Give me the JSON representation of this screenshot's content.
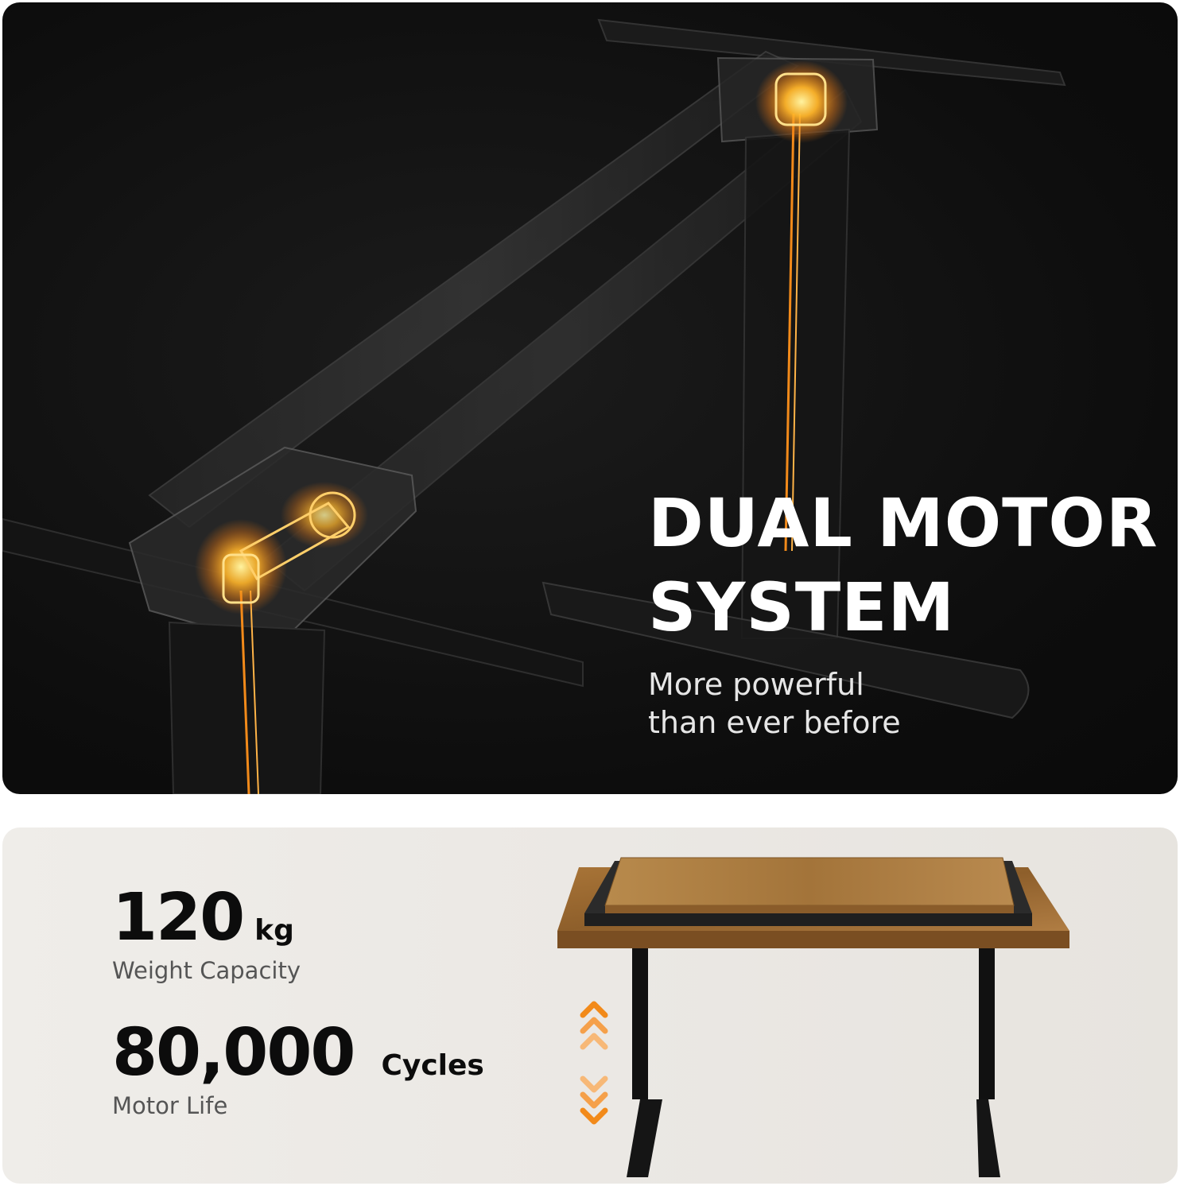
{
  "hero": {
    "title_line1": "DUAL MOTOR",
    "title_line2": "SYSTEM",
    "subtitle_line1": "More powerful",
    "subtitle_line2": "than ever before"
  },
  "specs": {
    "weight": {
      "value": "120",
      "unit": "kg",
      "label": "Weight Capacity"
    },
    "cycles": {
      "value": "80,000",
      "unit": "Cycles",
      "label": "Motor Life"
    }
  },
  "colors": {
    "accent_orange": "#f28a1a",
    "glow_yellow": "#ffd24a",
    "panel_dark": "#0d0d0d",
    "panel_light": "#ece9e5",
    "wood": "#9a6a33"
  },
  "icons": [
    "motor-glow-icon",
    "up-arrows-icon",
    "down-arrows-icon"
  ]
}
